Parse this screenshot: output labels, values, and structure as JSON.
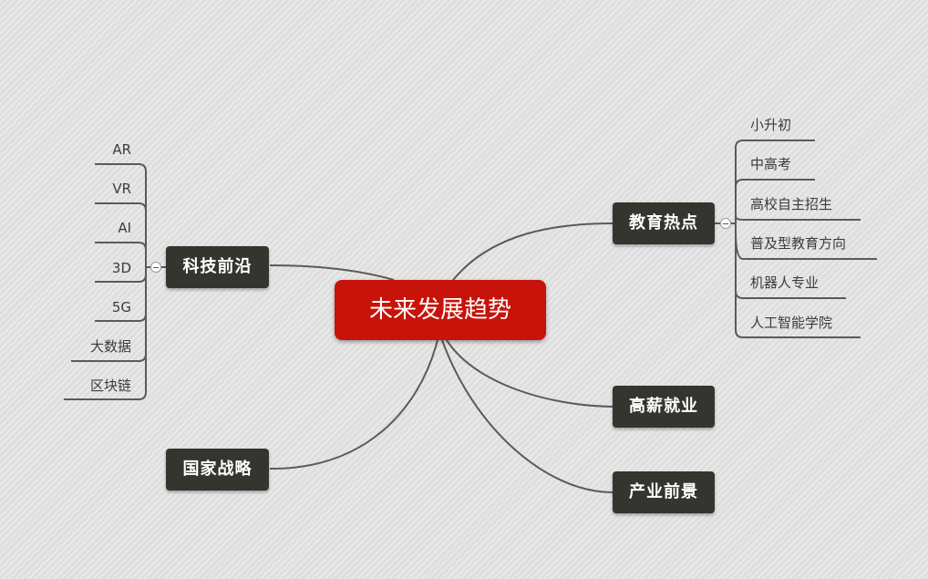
{
  "central": "未来发展趋势",
  "topics": {
    "tech": "科技前沿",
    "edu": "教育热点",
    "salary": "高薪就业",
    "strategy": "国家战略",
    "industry": "产业前景"
  },
  "tech_items": [
    "AR",
    "VR",
    "AI",
    "3D",
    "5G",
    "大数据",
    "区块链"
  ],
  "edu_items": [
    "小升初",
    "中高考",
    "高校自主招生",
    "普及型教育方向",
    "机器人专业",
    "人工智能学院"
  ]
}
